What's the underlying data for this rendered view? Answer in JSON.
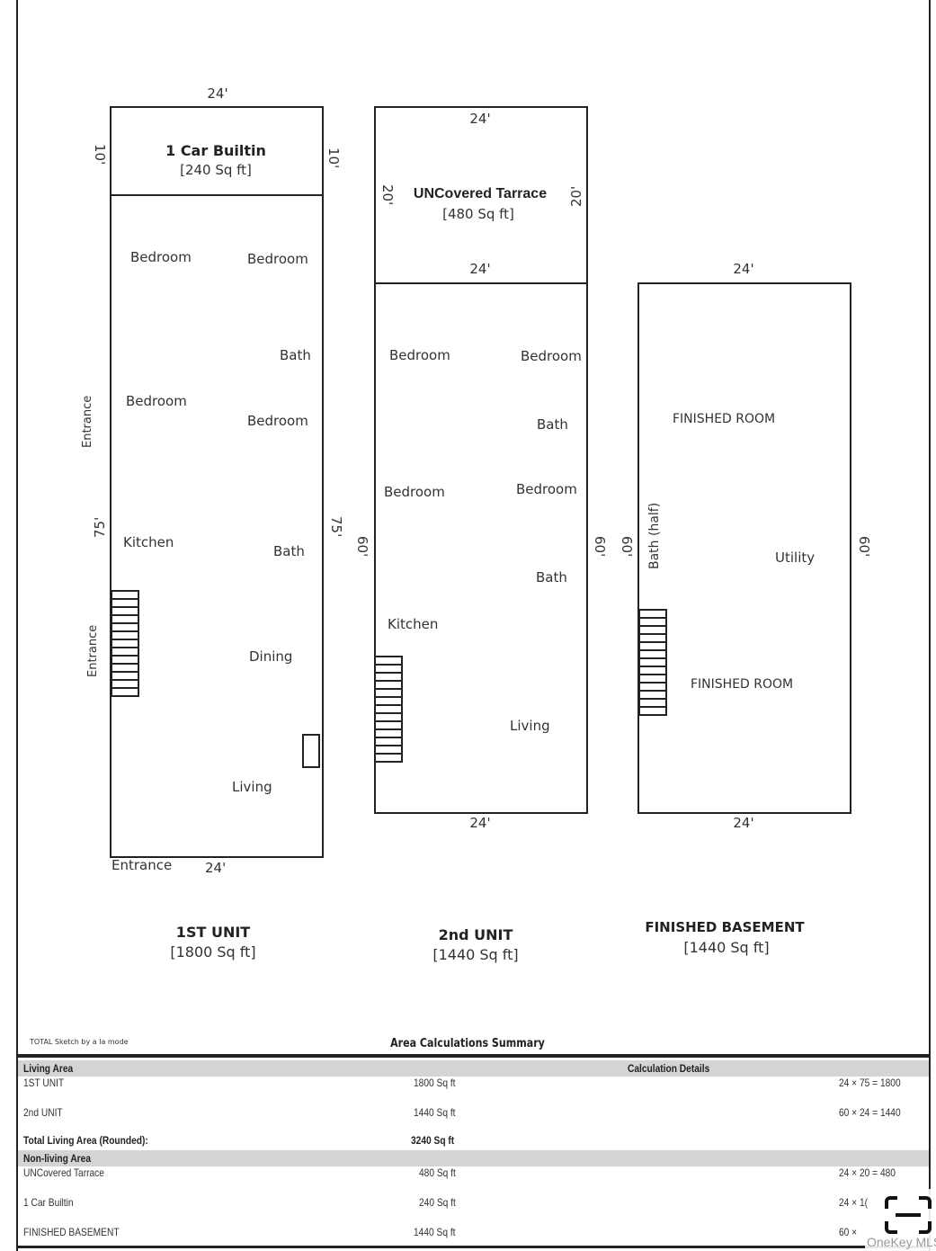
{
  "dims": {
    "w24": "24'",
    "d10": "10'",
    "d20": "20'",
    "d75": "75'",
    "d60": "60'"
  },
  "garage": {
    "name": "1 Car Builtin",
    "area": "[240 Sq ft]"
  },
  "terrace": {
    "name": "UNCovered Tarrace",
    "area": "[480 Sq ft]"
  },
  "unit1": {
    "name": "1ST UNIT",
    "area": "[1800 Sq ft]",
    "rooms": {
      "bed1": "Bedroom",
      "bed2": "Bedroom",
      "bath1": "Bath",
      "bed3": "Bedroom",
      "bed4": "Bedroom",
      "kitchen": "Kitchen",
      "bath2": "Bath",
      "dining": "Dining",
      "living": "Living"
    },
    "entrance": "Entrance"
  },
  "unit2": {
    "name": "2nd UNIT",
    "area": "[1440 Sq ft]",
    "rooms": {
      "bed1": "Bedroom",
      "bed2": "Bedroom",
      "bath1": "Bath",
      "bed3": "Bedroom",
      "bed4": "Bedroom",
      "bath2": "Bath",
      "kitchen": "Kitchen",
      "living": "Living"
    }
  },
  "basement": {
    "name": "FINISHED BASEMENT",
    "area": "[1440 Sq ft]",
    "rooms": {
      "fin1": "FINISHED ROOM",
      "bath": "Bath (half)",
      "utility": "Utility",
      "fin2": "FINISHED ROOM"
    }
  },
  "summary": {
    "credit": "TOTAL Sketch by a la mode",
    "title": "Area Calculations Summary",
    "living_header": "Living Area",
    "calc_header": "Calculation Details",
    "living": [
      {
        "name": "1ST UNIT",
        "area": "1800 Sq ft",
        "calc": "24 × 75 = 1800"
      },
      {
        "name": "2nd UNIT",
        "area": "1440 Sq ft",
        "calc": "60 × 24 = 1440"
      }
    ],
    "total_label": "Total Living Area (Rounded):",
    "total_value": "3240 Sq ft",
    "nonliving_header": "Non-living Area",
    "nonliving": [
      {
        "name": "UNCovered Tarrace",
        "area": "480 Sq ft",
        "calc": "24 × 20 =  480"
      },
      {
        "name": "1 Car Builtin",
        "area": "240 Sq ft",
        "calc": "24 × 1("
      },
      {
        "name": "FINISHED BASEMENT",
        "area": "1440 Sq ft",
        "calc": "60 ×"
      }
    ]
  },
  "watermark": "OneKey MLS"
}
